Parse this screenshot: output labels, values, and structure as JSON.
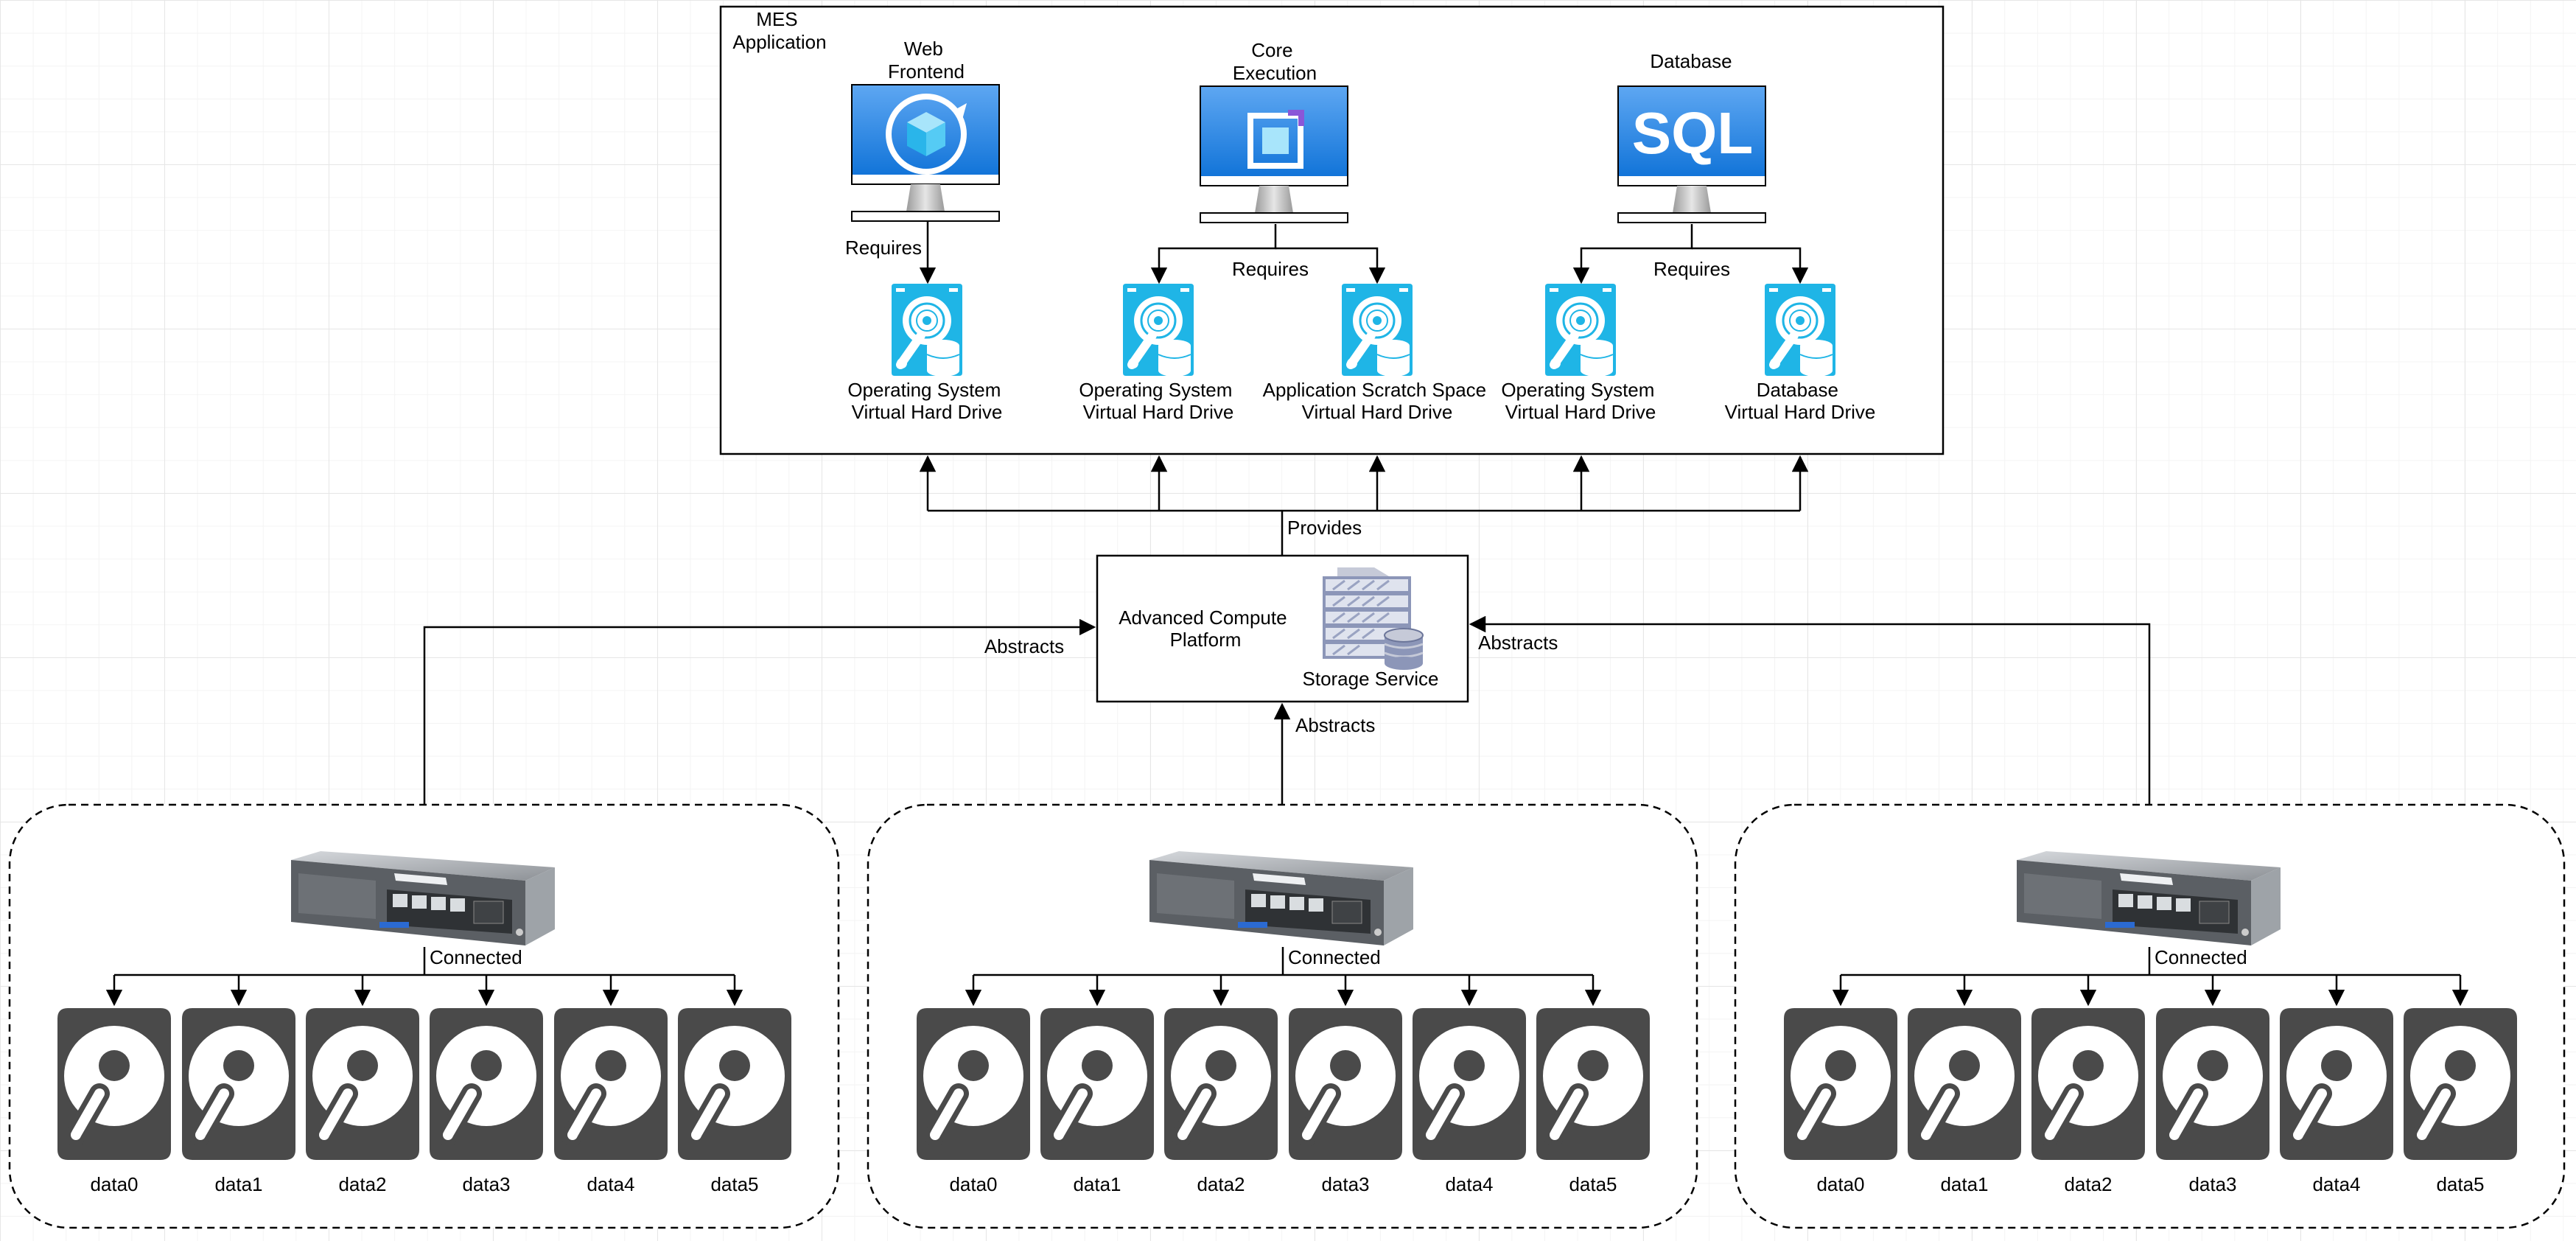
{
  "mes": {
    "title": [
      "MES",
      "Application"
    ],
    "web_frontend": [
      "Web",
      "Frontend"
    ],
    "core_execution": [
      "Core",
      "Execution"
    ],
    "database": "Database",
    "sql_icon_text": "SQL",
    "requires": "Requires",
    "drives": [
      [
        "Operating System",
        "Virtual Hard Drive"
      ],
      [
        "Operating System",
        "Virtual Hard Drive"
      ],
      [
        "Application Scratch Space",
        "Virtual Hard Drive"
      ],
      [
        "Operating System",
        "Virtual Hard Drive"
      ],
      [
        "Database",
        "Virtual Hard Drive"
      ]
    ]
  },
  "platform": {
    "name": [
      "Advanced Compute",
      "Platform"
    ],
    "storage_label": "Storage Service",
    "provides": "Provides",
    "abstracts": "Abstracts"
  },
  "nodes": [
    {
      "connected": "Connected",
      "disks": [
        "data0",
        "data1",
        "data2",
        "data3",
        "data4",
        "data5"
      ]
    },
    {
      "connected": "Connected",
      "disks": [
        "data0",
        "data1",
        "data2",
        "data3",
        "data4",
        "data5"
      ]
    },
    {
      "connected": "Connected",
      "disks": [
        "data0",
        "data1",
        "data2",
        "data3",
        "data4",
        "data5"
      ]
    }
  ],
  "colors": {
    "monitor_blue_top": "#5ea7f2",
    "monitor_blue_bottom": "#0a6fd6",
    "vhd_blue": "#1fb5e6",
    "disk_dark": "#4a4a4a",
    "server_grey": "#a5a9ae"
  }
}
